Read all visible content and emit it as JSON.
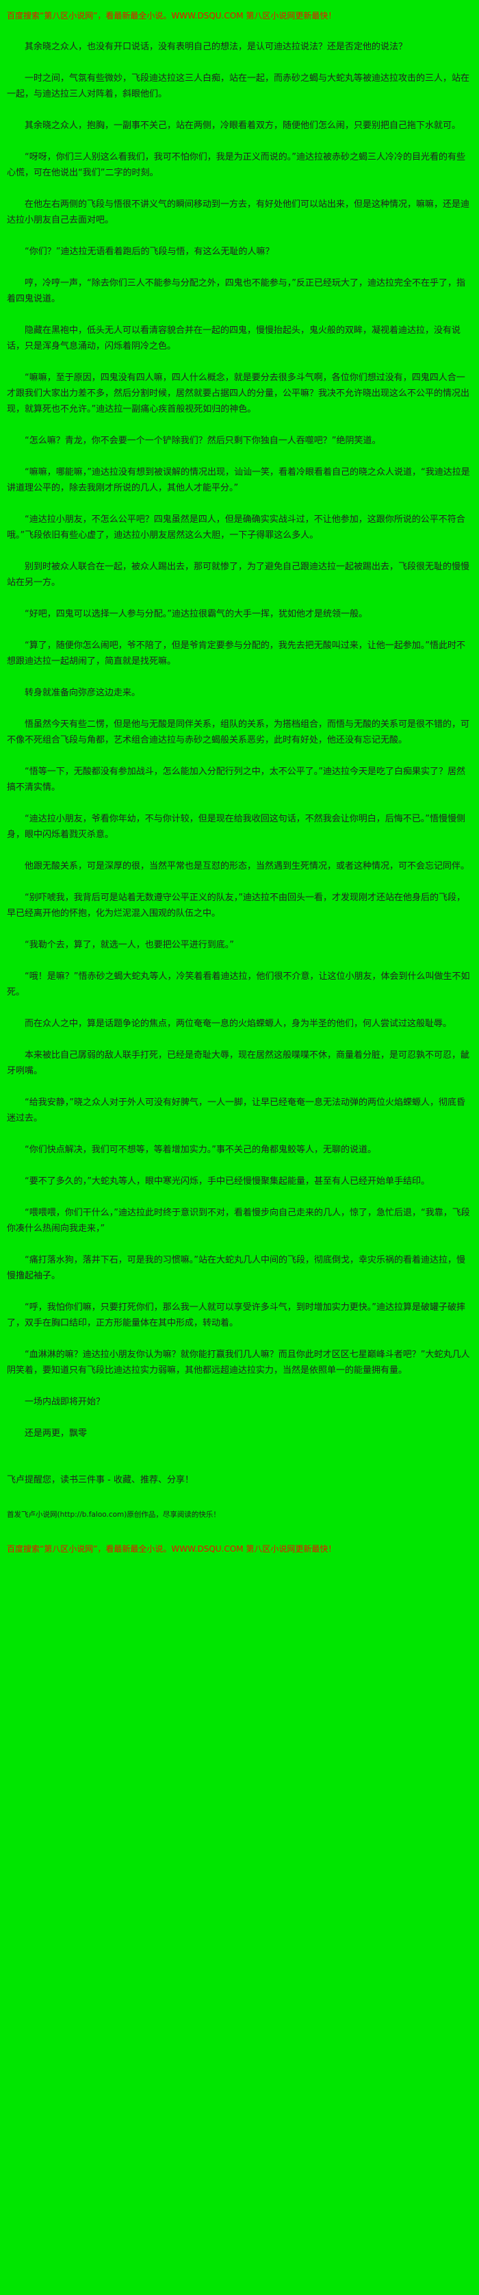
{
  "page": {
    "background_color": "#00e600",
    "text_color": "#222222",
    "accent_color": "#ee1100"
  },
  "header": {
    "notice": "百度搜索“第八区小说网”，看最新最全小说。WWW.DSQU.COM 第八区小说网更新最快！"
  },
  "content": {
    "paragraphs": [
      "其余晓之众人，也没有开口说话，没有表明自己的想法，是认可迪达拉说法？还是否定他的说法？",
      "一时之间，气氛有些微妙，飞段迪达拉这三人白痴，站在一起，而赤砂之蝎与大蛇丸等被迪达拉攻击的三人，站在一起，与迪达拉三人对阵着，斜眼他们。",
      "其余晓之众人，抱胸，一副事不关己，站在两侧，冷眼看着双方，随便他们怎么闹，只要别把自己拖下水就可。",
      "“呀呀，你们三人别这么看我们，我可不怕你们，我是为正义而说的。”迪达拉被赤砂之蝎三人冷冷的目光看的有些心慌，可在他说出“我们”二字的时刻。",
      "在他左右两侧的飞段与悟很不讲义气的瞬间移动到一方去，有好处他们可以站出来，但是这种情况，嘛嘛，还是迪达拉小朋友自己去面对吧。",
      "“你们？”迪达拉无语看着跑后的飞段与悟，有这么无耻的人嘛？",
      "哼，冷哼一声，“除去你们三人不能参与分配之外，四鬼也不能参与，”反正已经玩大了，迪达拉完全不在乎了，指着四鬼说道。",
      "隐藏在黑袍中，低头无人可以看清容貌合并在一起的四鬼，慢慢抬起头，鬼火般的双眸，凝视着迪达拉，没有说话，只是浑身气息涌动，闪烁着阴冷之色。",
      "“嘛嘛，至于原因，四鬼没有四人嘛，四人什么概念，就是要分去很多斗气啊，各位你们想过没有，四鬼四人合一才跟我们大家出力差不多，然后分割时候，居然就要占据四人的分量，公平嘛？我决不允许晓出现这么不公平的情况出现，就算死也不允许。”迪达拉一副痛心疾首般视死如归的神色。",
      "“怎么嘛？青龙，你不会要一个一个铲除我们？然后只剩下你独自一人吞噬吧？”绝阴笑道。",
      "“嘛嘛，哪能嘛，”迪达拉没有想到被误解的情况出现，讪讪一笑，看着冷眼看着自己的晓之众人说道，“我迪达拉是讲道理公平的，除去我刚才所说的几人，其他人才能平分。”",
      "“迪达拉小朋友，不怎么公平吧？四鬼虽然是四人，但是确确实实战斗过，不让他参加，这跟你所说的公平不符合哦。”飞段依旧有些心虚了，迪达拉小朋友居然这么大胆，一下子得罪这么多人。",
      "别到时被众人联合在一起，被众人踢出去，那可就惨了，为了避免自己跟迪达拉一起被踢出去，飞段很无耻的慢慢站在另一方。",
      "“好吧，四鬼可以选择一人参与分配。”迪达拉很霸气的大手一挥，犹如他才是统领一般。",
      "“算了，随便你怎么闹吧，爷不陪了，但是爷肯定要参与分配的，我先去把无酸叫过来，让他一起参加。”悟此时不想跟迪达拉一起胡闹了，简直就是找死嘛。",
      "转身就准备向弥彦这边走来。",
      "悟虽然今天有些二愣，但是他与无酸是同伴关系，组队的关系，为搭档组合，而悟与无酸的关系可是很不错的，可不像不死组合飞段与角都，艺术组合迪达拉与赤砂之蝎般关系恶劣，此时有好处，他还没有忘记无酸。",
      "“悟等一下，无酸都没有参加战斗，怎么能加入分配行列之中，太不公平了。”迪达拉今天是吃了白痴果实了？居然搞不清实情。",
      "“迪达拉小朋友，爷看你年幼，不与你计较，但是现在给我收回这句话，不然我会让你明白，后悔不已。”悟慢慢侧身，眼中闪烁着戮灭杀意。",
      "他跟无酸关系，可是深厚的很，当然平常也是互怼的形态，当然遇到生死情况，或者这种情况，可不会忘记同伴。",
      "“别吓唬我，我背后可是站着无数遵守公平正义的队友，”迪达拉不由回头一看，才发现刚才还站在他身后的飞段，早已经离开他的怀抱，化为烂泥混入围观的队伍之中。",
      "“我勒个去，算了，就选一人，也要把公平进行到底。”",
      "“哦！是嘛？”悟赤砂之蝎大蛇丸等人，冷笑着看着迪达拉，他们很不介意，让这位小朋友，体会到什么叫做生不如死。",
      "而在众人之中，算是话题争论的焦点，两位奄奄一息的火焰蝾螈人，身为半圣的他们，何人尝试过这般耻辱。",
      "本来被比自己孱弱的敌人联手打死，已经是奇耻大辱，现在居然这般喋喋不休，商量着分脏，是可忍孰不可忍，龇牙咧嘴。",
      "“给我安静，”晓之众人对于外人可没有好脾气，一人一脚，让早已经奄奄一息无法动弹的两位火焰蝾螈人，彻底昏迷过去。",
      "“你们快点解决，我们可不想等，等着增加实力。”事不关己的角都鬼鲛等人，无聊的说道。",
      "“要不了多久的，”大蛇丸等人，眼中寒光闪烁，手中已经慢慢聚集起能量，甚至有人已经开始单手结印。",
      "“喂喂喂，你们干什么，”迪达拉此时终于意识到不对，看着慢步向自己走来的几人，惊了，急忙后退，“我靠，飞段你凑什么热闹向我走来，”",
      "“痛打落水狗，落井下石，可是我的习惯嘛。”站在大蛇丸几人中间的飞段，彻底倒戈，幸灾乐祸的看着迪达拉，慢慢撸起袖子。",
      "“呼，我怕你们嘛，只要打死你们，那么我一人就可以享受许多斗气，到时增加实力更快。”迪达拉算是破罐子破摔了，双手在胸口结印，正方形能量体在其中形成，转动着。",
      "“血淋淋的嘛？迪达拉小朋友你认为嘛？就你能打赢我们几人嘛？而且你此时才区区七星巅峰斗者吧？”大蛇丸几人阴笑着，要知道只有飞段比迪达拉实力弱嘛，其他都远超迪达拉实力，当然是依照单一的能量拥有量。",
      "一场内战即将开始？",
      "还是两更，飘零"
    ]
  },
  "footer": {
    "reminder": "飞卢提醒您，读书三件事 - 收藏、推荐、分享！",
    "source_note": "首发飞卢小说网(http://b.faloo.com)原创作品，尽享阅读的快乐！",
    "notice": "百度搜索“第八区小说网”，看最新最全小说。WWW.DSQU.COM 第八区小说网更新最快！"
  }
}
